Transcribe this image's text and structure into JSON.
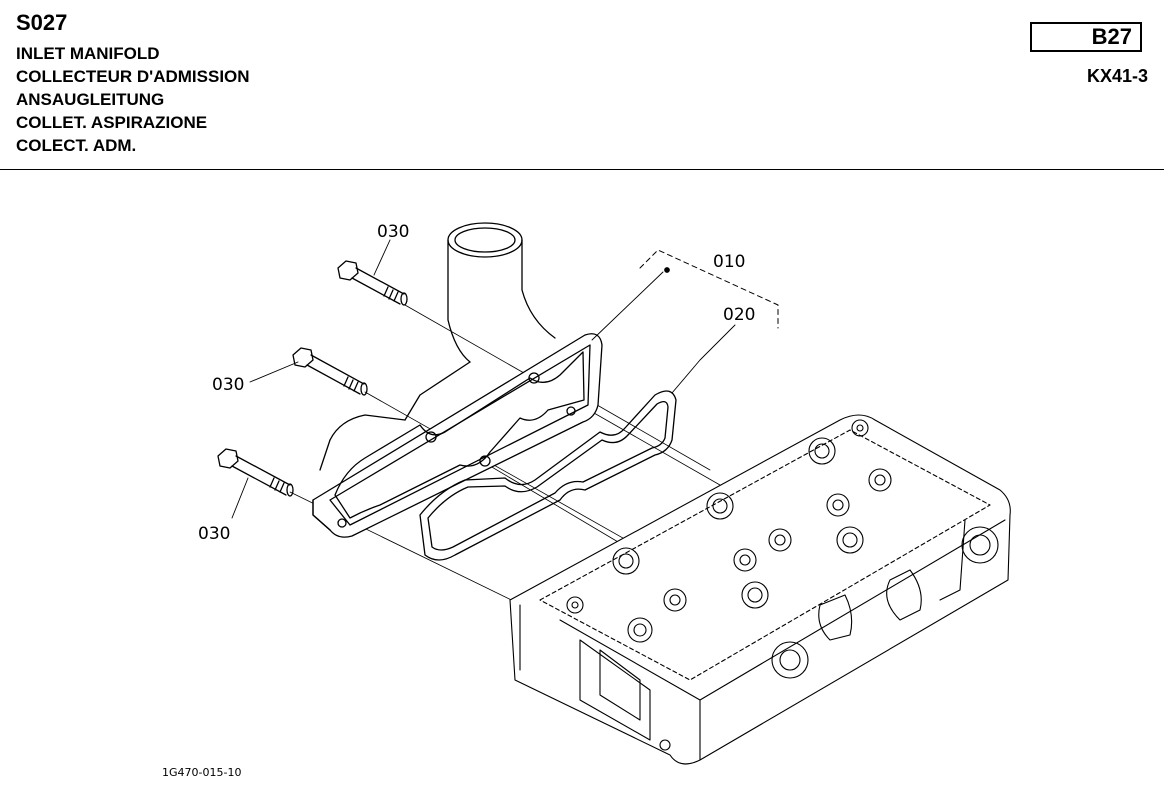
{
  "header": {
    "code": "S027",
    "titles": [
      "INLET MANIFOLD",
      "COLLECTEUR D'ADMISSION",
      "ANSAUGLEITUNG",
      "COLLET. ASPIRAZIONE",
      "COLECT. ADM."
    ],
    "page_box": "B27",
    "model": "KX41-3"
  },
  "diagram": {
    "callouts": [
      "030",
      "030",
      "030",
      "010",
      "020"
    ],
    "reference": "1G470-015-10"
  }
}
